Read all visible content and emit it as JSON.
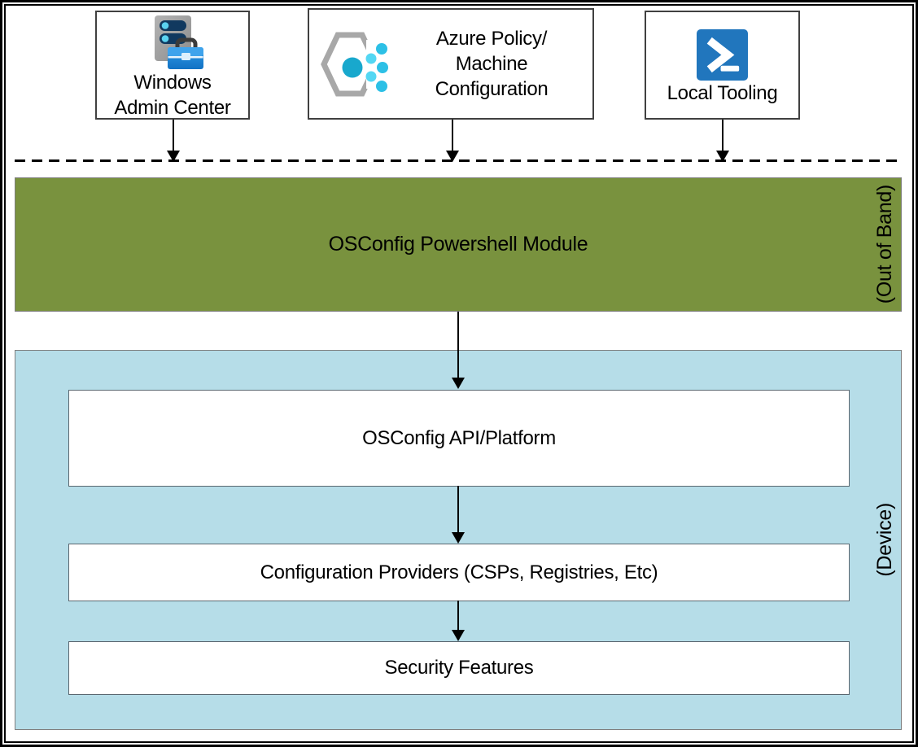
{
  "sources": [
    {
      "label": "Windows\nAdmin Center",
      "icon": "windows-admin-center-icon"
    },
    {
      "label": "Azure Policy/\nMachine\nConfiguration",
      "icon": "machine-configuration-icon"
    },
    {
      "label": "Local Tooling",
      "icon": "powershell-icon"
    }
  ],
  "module_band": {
    "label": "OSConfig Powershell Module",
    "side_label": "(Out of Band)",
    "color": "#79923E"
  },
  "device_band": {
    "side_label": "(Device)",
    "color": "#B6DDE8",
    "layers": [
      "OSConfig API/Platform",
      "Configuration Providers (CSPs, Registries, Etc)",
      "Security Features"
    ]
  },
  "icon_colors": {
    "powershell_blue": "#2176BD",
    "hexagon_gray": "#A8A8A8",
    "dot_cyan_large": "#18A8CD",
    "dot_cyan_inner": "#53D7F3",
    "dot_cyan_outer": "#2CC0E6",
    "server_gray": "#9D9D9D",
    "pill_navy": "#11395F",
    "pill_dot_cyan": "#5BD2F0",
    "toolbox_blue": "#1C86D8"
  }
}
